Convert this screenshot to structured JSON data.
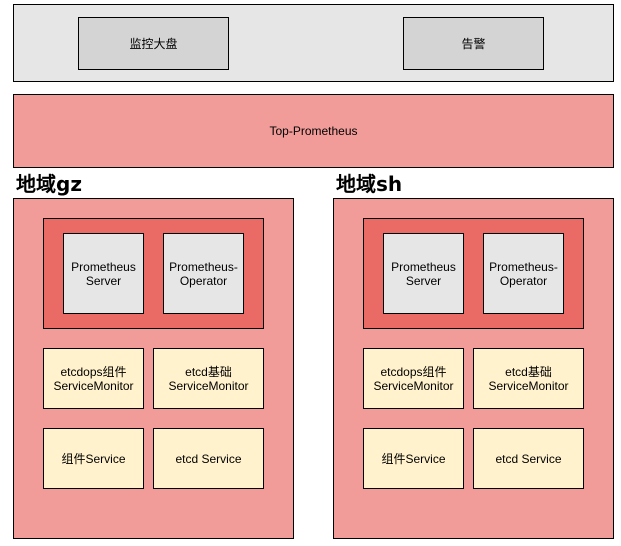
{
  "top_bar": {
    "dashboard_label": "监控大盘",
    "alert_label": "告警"
  },
  "top_prometheus": {
    "label": "Top-Prometheus"
  },
  "regions": [
    {
      "title": "地域gz",
      "prometheus_server": "Prometheus\nServer",
      "prometheus_operator": "Prometheus-\nOperator",
      "etcdops_servicemonitor": "etcdops组件\nServiceMonitor",
      "etcd_servicemonitor": "etcd基础\nServiceMonitor",
      "component_service": "组件Service",
      "etcd_service": "etcd Service"
    },
    {
      "title": "地域sh",
      "prometheus_server": "Prometheus\nServer",
      "prometheus_operator": "Prometheus-\nOperator",
      "etcdops_servicemonitor": "etcdops组件\nServiceMonitor",
      "etcd_servicemonitor": "etcd基础\nServiceMonitor",
      "component_service": "组件Service",
      "etcd_service": "etcd Service"
    }
  ]
}
